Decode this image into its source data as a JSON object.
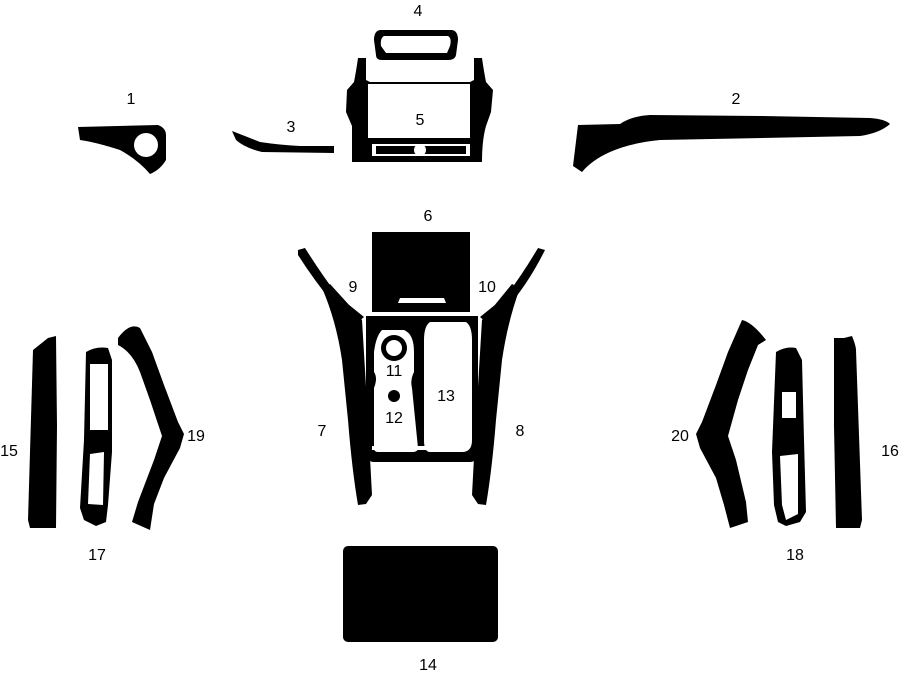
{
  "labels": {
    "p1": "1",
    "p2": "2",
    "p3": "3",
    "p4": "4",
    "p5": "5",
    "p6": "6",
    "p7": "7",
    "p8": "8",
    "p9": "9",
    "p10": "10",
    "p11": "11",
    "p12": "12",
    "p13": "13",
    "p14": "14",
    "p15": "15",
    "p16": "16",
    "p17": "17",
    "p18": "18",
    "p19": "19",
    "p20": "20"
  }
}
